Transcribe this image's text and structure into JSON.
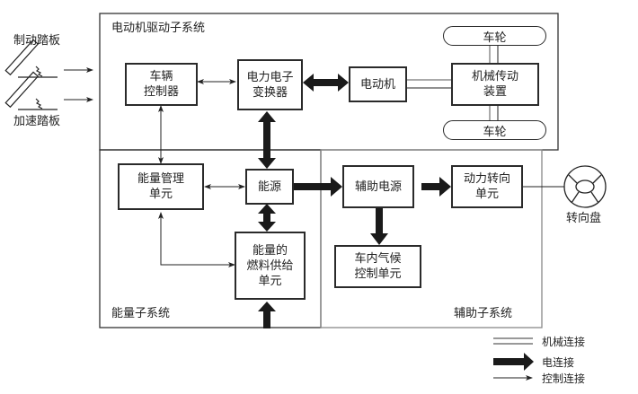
{
  "diagram": {
    "subsystems": {
      "motor_drive": "电动机驱动子系统",
      "energy": "能量子系统",
      "auxiliary": "辅助子系统"
    },
    "inputs": {
      "brake_pedal": "制动踏板",
      "accel_pedal": "加速踏板",
      "steering_wheel": "转向盘"
    },
    "blocks": {
      "vehicle_controller": [
        "车辆",
        "控制器"
      ],
      "power_converter": [
        "电力电子",
        "变换器"
      ],
      "motor": "电动机",
      "mech_transmission": [
        "机械传动",
        "装置"
      ],
      "wheel_top": "车轮",
      "wheel_bottom": "车轮",
      "energy_mgmt": [
        "能量管理",
        "单元"
      ],
      "energy_source": "能源",
      "fuel_supply": [
        "能量的",
        "燃料供给",
        "单元"
      ],
      "aux_power": "辅助电源",
      "power_steering": [
        "动力转向",
        "单元"
      ],
      "climate_control": [
        "车内气候",
        "控制单元"
      ]
    },
    "legend": [
      {
        "type": "mechanical",
        "label": "机械连接"
      },
      {
        "type": "electrical",
        "label": "电连接"
      },
      {
        "type": "control",
        "label": "控制连接"
      }
    ],
    "connections": [
      {
        "from": "brake_pedal",
        "to": "vehicle_controller",
        "type": "control"
      },
      {
        "from": "accel_pedal",
        "to": "vehicle_controller",
        "type": "control"
      },
      {
        "from": "vehicle_controller",
        "to": "power_converter",
        "type": "control",
        "bidirectional": true
      },
      {
        "from": "vehicle_controller",
        "to": "energy_mgmt",
        "type": "control",
        "bidirectional": true
      },
      {
        "from": "power_converter",
        "to": "motor",
        "type": "electrical",
        "bidirectional": true
      },
      {
        "from": "energy_source",
        "to": "power_converter",
        "type": "electrical",
        "bidirectional": true
      },
      {
        "from": "motor",
        "to": "mech_transmission",
        "type": "mechanical"
      },
      {
        "from": "mech_transmission",
        "to": "wheel_top",
        "type": "mechanical"
      },
      {
        "from": "mech_transmission",
        "to": "wheel_bottom",
        "type": "mechanical"
      },
      {
        "from": "energy_mgmt",
        "to": "energy_source",
        "type": "control",
        "bidirectional": true
      },
      {
        "from": "energy_mgmt",
        "to": "fuel_supply",
        "type": "control",
        "bidirectional": true
      },
      {
        "from": "energy_source",
        "to": "fuel_supply",
        "type": "electrical",
        "bidirectional": true
      },
      {
        "from": "external",
        "to": "fuel_supply",
        "type": "electrical"
      },
      {
        "from": "energy_source",
        "to": "aux_power",
        "type": "electrical"
      },
      {
        "from": "aux_power",
        "to": "power_steering",
        "type": "electrical"
      },
      {
        "from": "aux_power",
        "to": "climate_control",
        "type": "electrical"
      },
      {
        "from": "steering_wheel",
        "to": "power_steering",
        "type": "control"
      }
    ]
  }
}
